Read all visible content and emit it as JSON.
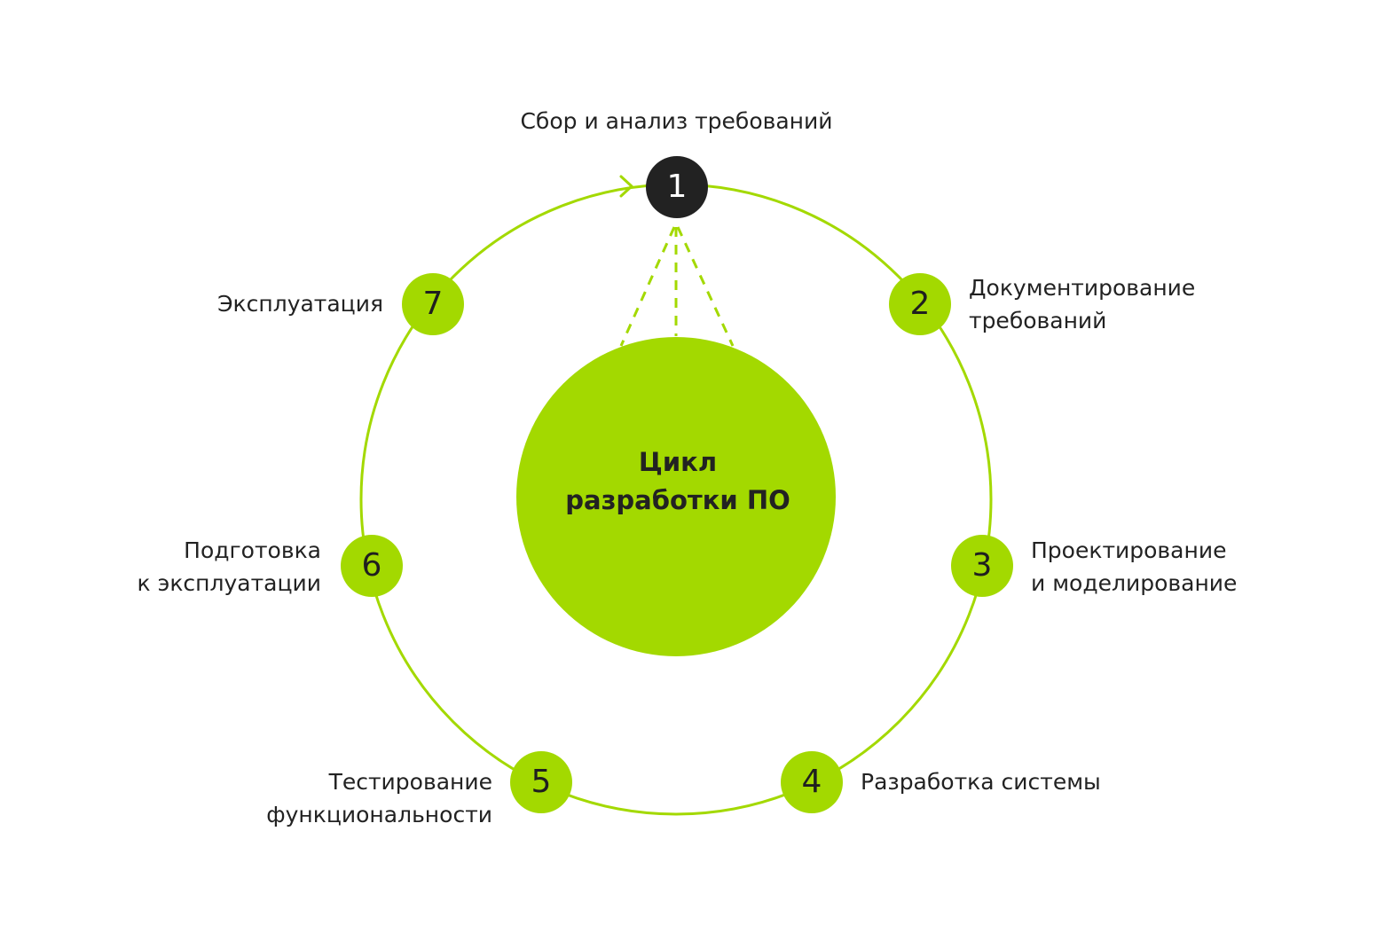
{
  "center": {
    "line1": "Цикл",
    "line2": "разработки ПО"
  },
  "colors": {
    "accent": "#a3d900",
    "dark": "#222222",
    "text": "#222222",
    "background": "#ffffff"
  },
  "steps": [
    {
      "number": "1",
      "line1": "Сбор и анализ требований",
      "line2": ""
    },
    {
      "number": "2",
      "line1": "Документирование",
      "line2": "требований"
    },
    {
      "number": "3",
      "line1": "Проектирование",
      "line2": "и моделирование"
    },
    {
      "number": "4",
      "line1": "Разработка системы",
      "line2": ""
    },
    {
      "number": "5",
      "line1": "Тестирование",
      "line2": "функциональности"
    },
    {
      "number": "6",
      "line1": "Подготовка",
      "line2": "к эксплуатации"
    },
    {
      "number": "7",
      "line1": "Эксплуатация",
      "line2": ""
    }
  ]
}
